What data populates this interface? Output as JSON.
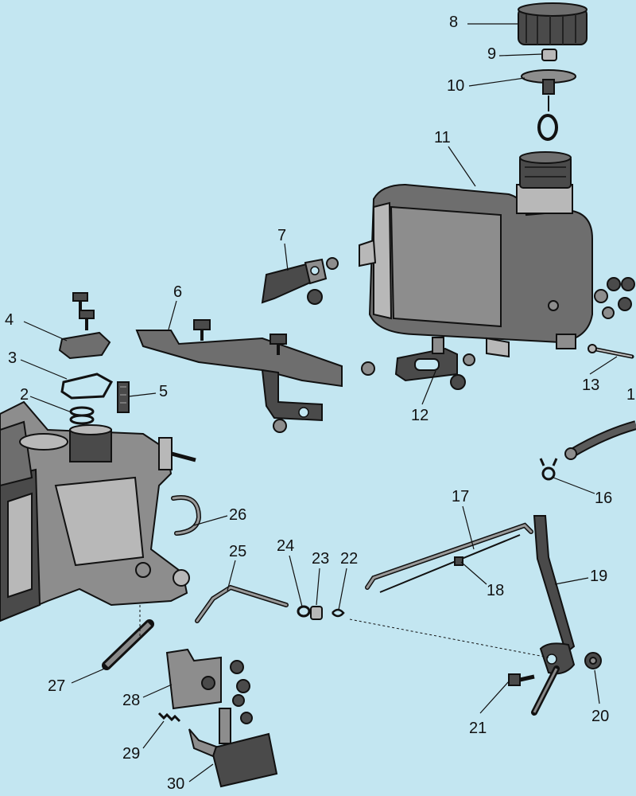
{
  "diagram": {
    "callouts": [
      {
        "id": "1",
        "text": "1"
      },
      {
        "id": "2",
        "text": "2"
      },
      {
        "id": "3",
        "text": "3"
      },
      {
        "id": "4",
        "text": "4"
      },
      {
        "id": "5",
        "text": "5"
      },
      {
        "id": "6",
        "text": "6"
      },
      {
        "id": "7",
        "text": "7"
      },
      {
        "id": "8",
        "text": "8"
      },
      {
        "id": "9",
        "text": "9"
      },
      {
        "id": "10",
        "text": "10"
      },
      {
        "id": "11",
        "text": "11"
      },
      {
        "id": "12",
        "text": "12"
      },
      {
        "id": "13",
        "text": "13"
      },
      {
        "id": "16",
        "text": "16"
      },
      {
        "id": "17",
        "text": "17"
      },
      {
        "id": "18",
        "text": "18"
      },
      {
        "id": "19",
        "text": "19"
      },
      {
        "id": "20",
        "text": "20"
      },
      {
        "id": "21",
        "text": "21"
      },
      {
        "id": "22",
        "text": "22"
      },
      {
        "id": "23",
        "text": "23"
      },
      {
        "id": "24",
        "text": "24"
      },
      {
        "id": "25",
        "text": "25"
      },
      {
        "id": "26",
        "text": "26"
      },
      {
        "id": "27",
        "text": "27"
      },
      {
        "id": "28",
        "text": "28"
      },
      {
        "id": "29",
        "text": "29"
      },
      {
        "id": "30",
        "text": "30"
      }
    ]
  }
}
